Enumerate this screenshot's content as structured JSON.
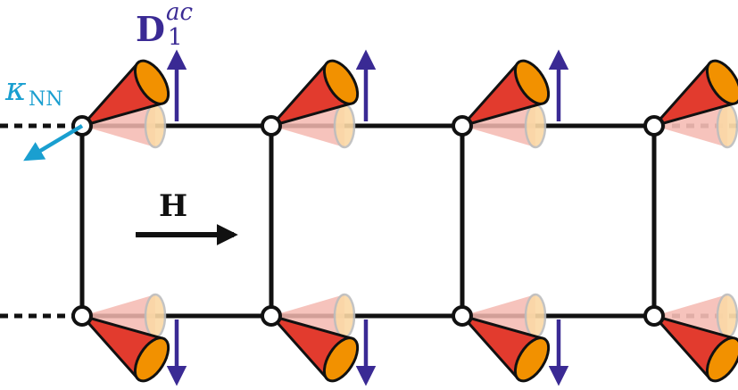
{
  "labels": {
    "dmi_main": "D",
    "dmi_sub": "1",
    "dmi_sup": "ac",
    "kappa_symbol": "κ",
    "kappa_sub": "NN",
    "field": "H"
  },
  "colors": {
    "lattice": "#111111",
    "dmi_arrow": "#3a2a94",
    "kappa": "#1a9fd0",
    "cone_red": "#e23b2e",
    "cone_orange": "#f29100",
    "cone_faded_red": "#f4b8b0",
    "cone_faded_orange": "#fbd9a6",
    "node_fill": "#ffffff"
  },
  "lattice": {
    "columns": 4,
    "rows": 2
  },
  "spins": {
    "top_row_cone_tilt": "up-right",
    "bottom_row_cone_tilt": "down-right"
  },
  "icons": {
    "spin_cone": "cone",
    "dmi_vector": "arrow-up-icon",
    "field_vector": "arrow-right-icon",
    "kappa_vector": "arrow-down-left-icon"
  }
}
